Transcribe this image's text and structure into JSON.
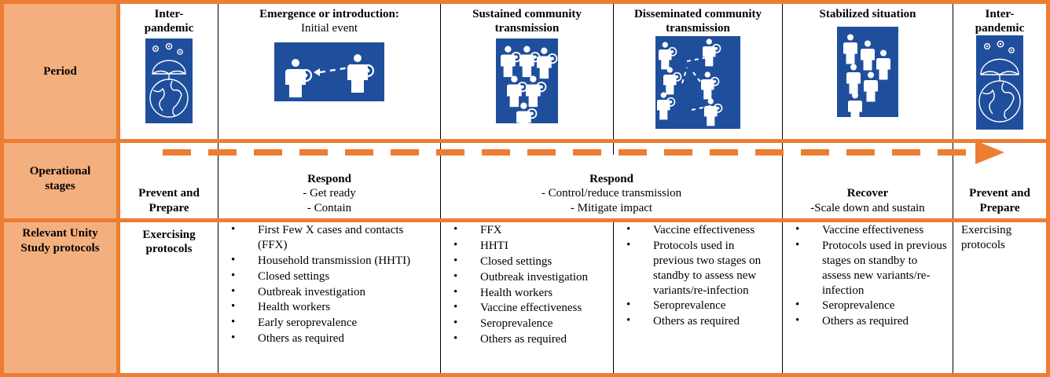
{
  "colors": {
    "accent_orange": "#ED7D31",
    "light_orange": "#F4AF7E",
    "icon_blue": "#1F4E9C"
  },
  "row_labels": {
    "period": "Period",
    "operational_stages": "Operational stages",
    "operational_stages_line1": "Operational",
    "operational_stages_line2": "stages",
    "protocols_line1": "Relevant Unity",
    "protocols_line2": "Study protocols"
  },
  "periods": [
    {
      "title_line1": "Inter-",
      "title_line2": "pandemic",
      "subtitle": "",
      "icon": "umbrella-globe-virus-icon"
    },
    {
      "title_line1": "Emergence or introduction:",
      "title_line2": "",
      "subtitle": "Initial event",
      "icon": "person-to-person-transmission-icon"
    },
    {
      "title_line1": "Sustained community",
      "title_line2": "transmission",
      "subtitle": "",
      "icon": "six-infected-people-icon"
    },
    {
      "title_line1": "Disseminated community",
      "title_line2": "transmission",
      "subtitle": "",
      "icon": "networked-infected-people-icon"
    },
    {
      "title_line1": "Stabilized situation",
      "title_line2": "",
      "subtitle": "",
      "icon": "six-healthy-people-icon"
    },
    {
      "title_line1": "Inter-",
      "title_line2": "pandemic",
      "subtitle": "",
      "icon": "umbrella-globe-virus-icon"
    }
  ],
  "stages": [
    {
      "title": "Prevent and Prepare",
      "title_line1": "Prevent and",
      "title_line2": "Prepare",
      "items": []
    },
    {
      "title": "Respond",
      "items": [
        "- Get ready",
        "- Contain"
      ]
    },
    {
      "title": "Respond",
      "items": [
        "-    Control/reduce transmission",
        "-      Mitigate impact"
      ]
    },
    {
      "title": "Recover",
      "items": [
        "-Scale down and sustain"
      ]
    },
    {
      "title": "Prevent and Prepare",
      "title_line1": "Prevent and",
      "title_line2": "Prepare",
      "items": []
    }
  ],
  "protocols": [
    {
      "type": "plain",
      "text_line1": "Exercising",
      "text_line2": "protocols",
      "items": []
    },
    {
      "type": "bullets",
      "items": [
        "First Few X cases and contacts (FFX)",
        "Household transmission (HHTI)",
        "Closed settings",
        "Outbreak investigation",
        "Health workers",
        "Early seroprevalence",
        "Others as required"
      ]
    },
    {
      "type": "bullets",
      "items": [
        "FFX",
        "HHTI",
        "Closed settings",
        "Outbreak investigation",
        "Health workers",
        "Vaccine effectiveness",
        "Seroprevalence",
        "Others as required"
      ]
    },
    {
      "type": "bullets",
      "items": [
        "Vaccine effectiveness",
        "Protocols used in previous two stages on standby to assess new variants/re-infection",
        "Seroprevalence",
        "Others as required"
      ]
    },
    {
      "type": "bullets",
      "items": [
        "Vaccine effectiveness",
        "Protocols used in previous stages on standby to assess new variants/re-infection",
        "Seroprevalence",
        "Others as required"
      ]
    },
    {
      "type": "plain",
      "text_line1": "Exercising",
      "text_line2": "protocols",
      "items": []
    }
  ]
}
